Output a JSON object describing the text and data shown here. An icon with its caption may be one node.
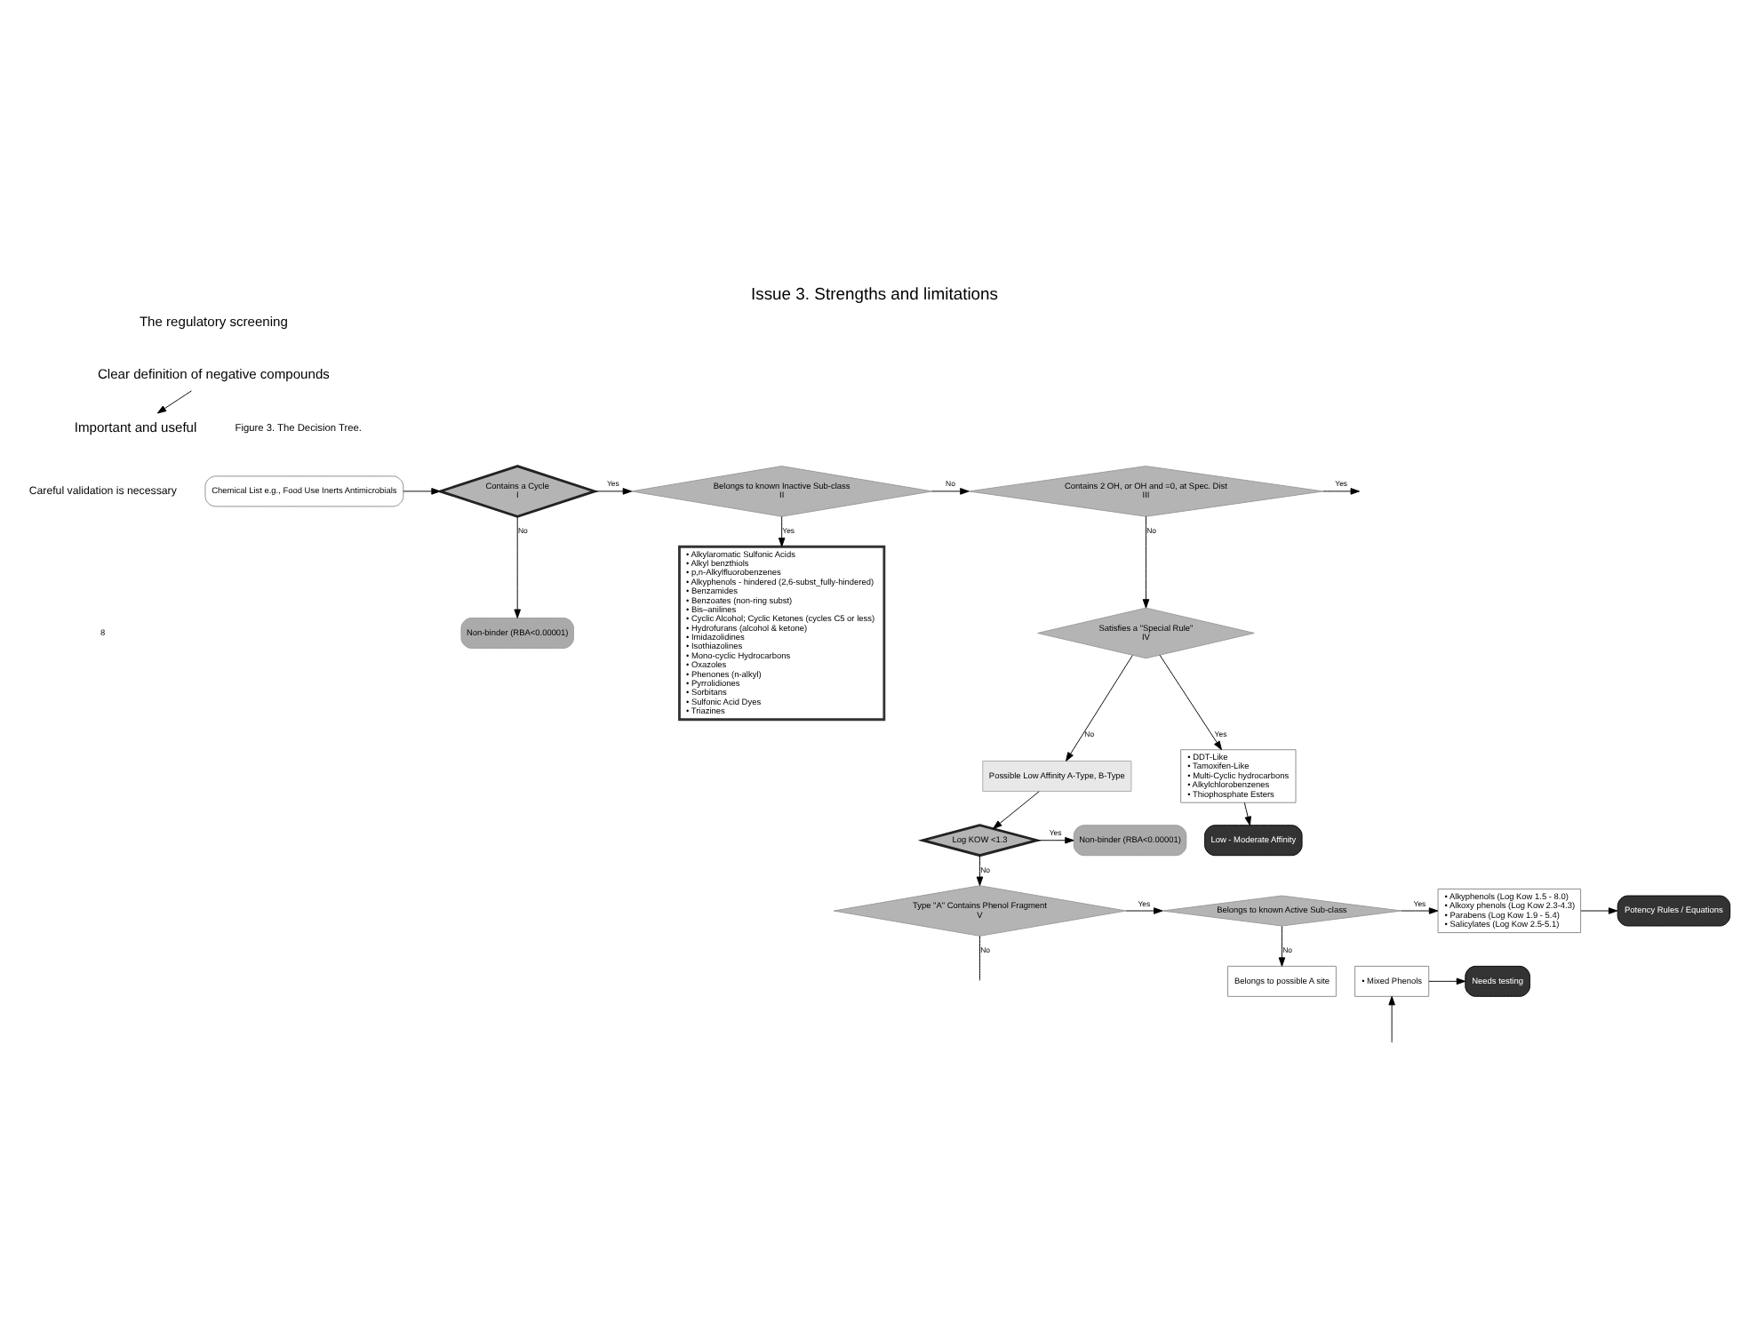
{
  "diagram": {
    "title": "Issue 3. Strengths and limitations",
    "nodes": [
      {
        "text": [
          "Chemical List e.g., Food Use Inerts Antimicrobials"
        ]
      },
      {
        "text": [
          "Contains a Cycle",
          "I"
        ]
      },
      {
        "text": [
          "Belongs to known Inactive Sub-class",
          "II"
        ]
      },
      {
        "text": [
          "Contains 2 OH, or OH and =0, at Spec. Dist",
          "III"
        ]
      },
      {
        "text": [
          "Satisfies a \"Special Rule\"",
          "IV"
        ]
      },
      {
        "text": [
          "Non-binder (RBA<0.00001)"
        ]
      },
      {
        "text": [
          "• Alkylaromatic Sulfonic Acids",
          "• Alkyl benzthiols",
          "• p,n-Alkylfluorobenzenes",
          "• Alkyphenols - hindered (2,6-subst_fully-hindered)",
          "• Benzamides",
          "• Benzoates (non-ring subst)",
          "• Bis–anilines",
          "• Cyclic Alcohol; Cyclic Ketones (cycles C5 or less)",
          "• Hydrofurans (alcohol & ketone)",
          "• Imidazolidines",
          "• Isothiazolines",
          "• Mono-cyclic Hydrocarbons",
          "• Oxazoles",
          "• Phenones (n-alkyl)",
          "• Pyrrolidiones",
          "• Sorbitans",
          "• Sulfonic Acid Dyes",
          "• Triazines"
        ]
      },
      {
        "text": [
          "Possible Low Affinity A-Type, B-Type"
        ]
      },
      {
        "text": [
          "• DDT-Like",
          "• Tamoxifen-Like",
          "• Multi-Cyclic hydrocarbons",
          "• Alkylchlorobenzenes",
          "• Thiophosphate Esters"
        ]
      },
      {
        "text": [
          "Log KOW <1.3"
        ]
      },
      {
        "text": [
          "Non-binder (RBA<0.00001)"
        ]
      },
      {
        "text": [
          "Low - Moderate Affinity"
        ]
      },
      {
        "text": [
          "Type \"A\" Contains Phenol Fragment",
          "V"
        ]
      },
      {
        "text": [
          "Belongs to known Active Sub-class"
        ]
      },
      {
        "text": [
          "• Alkyphenols (Log Kow 1.5 - 8.0)",
          "• Alkoxy phenols (Log Kow 2.3-4.3)",
          "• Parabens (Log Kow 1.9 - 5.4)",
          "• Salicylates (Log Kow 2.5-5.1)"
        ]
      },
      {
        "text": [
          "Potency Rules / Equations"
        ]
      },
      {
        "text": [
          "• Mixed Phenols"
        ]
      },
      {
        "text": [
          "Needs testing"
        ]
      },
      {
        "text": [
          "Belongs to possible A site"
        ]
      },
      {
        "text": [
          "Clear definition of negative compounds"
        ]
      },
      {
        "text": [
          "Important and useful"
        ]
      }
    ],
    "edges": [
      {
        "from": 0,
        "to": 1,
        "arrow": "to"
      },
      {
        "from": 1,
        "to": 2,
        "arrow": "to",
        "label": "Yes"
      },
      {
        "from": 1,
        "to": 5,
        "arrow": "to",
        "label": "No"
      },
      {
        "from": 2,
        "to": 3,
        "arrow": "to",
        "label": "No"
      },
      {
        "from": 2,
        "to": 6,
        "arrow": "to",
        "label": "Yes"
      },
      {
        "from": 3,
        "to": 4,
        "arrow": "to",
        "label": "No"
      },
      {
        "from": 3,
        "to": null,
        "arrow": "to",
        "label": "Yes"
      },
      {
        "from": 4,
        "to": 8,
        "arrow": "to",
        "label": "Yes"
      },
      {
        "from": 4,
        "to": 7,
        "arrow": "to",
        "label": "No"
      },
      {
        "from": 7,
        "to": 9,
        "arrow": "to"
      },
      {
        "from": 8,
        "to": 11,
        "arrow": "to"
      },
      {
        "from": 9,
        "to": 10,
        "arrow": "to",
        "label": "Yes"
      },
      {
        "from": 9,
        "to": 12,
        "arrow": "to",
        "label": "No"
      },
      {
        "from": 12,
        "to": 13,
        "arrow": "to",
        "label": "Yes"
      },
      {
        "from": 12,
        "to": null,
        "arrow": "none",
        "label": "No"
      },
      {
        "from": 13,
        "to": 14,
        "arrow": "to",
        "label": "Yes"
      },
      {
        "from": 13,
        "to": 18,
        "arrow": "to",
        "label": "No"
      },
      {
        "from": 14,
        "to": 15,
        "arrow": "to"
      },
      {
        "from": null,
        "to": 16,
        "arrow": "to"
      },
      {
        "from": 16,
        "to": 17,
        "arrow": "to"
      },
      {
        "from": 19,
        "to": 20,
        "arrow": "to"
      }
    ],
    "labels": [
      "The regulatory screening",
      "Figure 3. The Decision Tree.",
      "Careful validation is necessary",
      "8"
    ]
  }
}
